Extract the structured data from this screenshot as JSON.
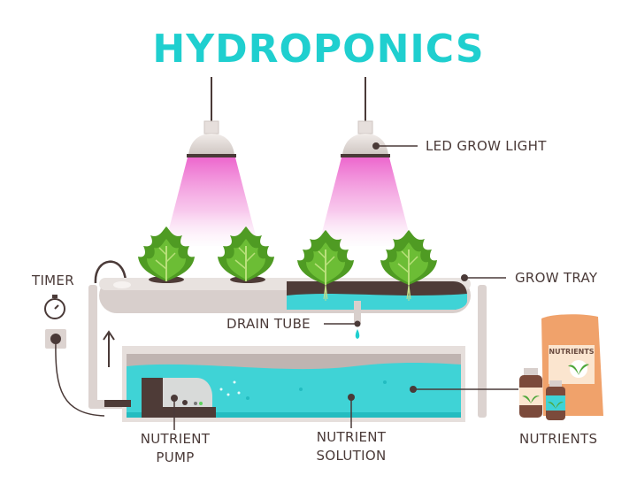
{
  "title": "HYDROPONICS",
  "labels": {
    "led_grow_light": "LED GROW LIGHT",
    "grow_tray": "GROW TRAY",
    "timer": "TIMER",
    "drain_tube": "DRAIN TUBE",
    "nutrient_pump_line1": "NUTRIENT",
    "nutrient_pump_line2": "PUMP",
    "nutrient_solution_line1": "NUTRIENT",
    "nutrient_solution_line2": "SOLUTION",
    "nutrients": "NUTRIENTS",
    "bag_label": "NUTRIENTS"
  },
  "colors": {
    "title": "#1fcfcf",
    "text": "#4a3a38",
    "water": "#3fd3d6",
    "light": "#ee6fd0",
    "leaf": "#5aa82a",
    "tray": "#dcd3d0",
    "soil": "#4e3b37",
    "bag": "#f0a26b"
  },
  "components": [
    {
      "name": "LED Grow Light",
      "count": 2
    },
    {
      "name": "Plant",
      "count": 4
    },
    {
      "name": "Grow Tray",
      "count": 1
    },
    {
      "name": "Drain Tube",
      "count": 1
    },
    {
      "name": "Reservoir",
      "count": 1
    },
    {
      "name": "Nutrient Pump",
      "count": 1
    },
    {
      "name": "Timer",
      "count": 1
    },
    {
      "name": "Power Socket",
      "count": 1
    },
    {
      "name": "Nutrient Bottle",
      "count": 2
    },
    {
      "name": "Nutrient Bag",
      "count": 1
    }
  ]
}
